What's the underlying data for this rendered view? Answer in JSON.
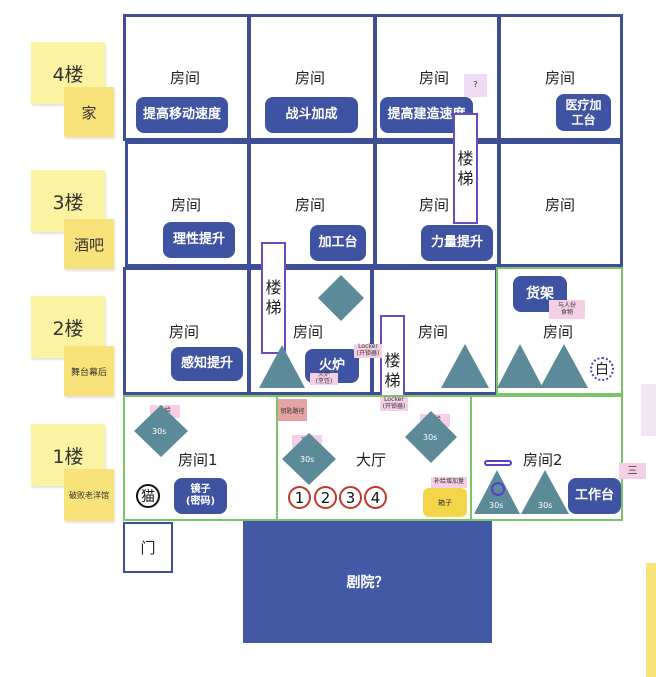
{
  "floors": [
    {
      "label": "4楼",
      "sub": "家"
    },
    {
      "label": "3楼",
      "sub": "酒吧"
    },
    {
      "label": "2楼",
      "sub": "舞台幕后"
    },
    {
      "label": "1楼",
      "sub": "破败老洋馆"
    }
  ],
  "rooms": {
    "generic": "房间",
    "room1": "房间1",
    "lobby": "大厅",
    "room2": "房间2"
  },
  "buttons": {
    "move_speed": "提高移动速度",
    "combat_bonus": "战斗加成",
    "build_speed": "提高建造速度",
    "medical_bench": "医疗加工台",
    "rational_up": "理性提升",
    "workbench3": "加工台",
    "strength_up": "力量提升",
    "shelf": "货架",
    "perception_up": "感知提升",
    "furnace": "火炉",
    "mirror": "镜子\n(密码)",
    "workbench1": "工作台",
    "box": "箱子"
  },
  "stairs": "楼梯",
  "markers": {
    "question": "?",
    "cat": "猫",
    "white": "白",
    "door": "门",
    "theater": "剧院？",
    "three": "三"
  },
  "numbers": [
    "1",
    "2",
    "3",
    "4"
  ],
  "timers": [
    "30s",
    "30s",
    "30s",
    "30s",
    "30s"
  ],
  "notes": {
    "lockey1": "Locker\n(开锁器)",
    "lockey2": "Locker\n(开锁器)",
    "furnace_note": "火炉\n(烹饪)",
    "someone_food": "与人份\n食物",
    "supply1": "补给",
    "supply2": "补给",
    "supply3": "补给",
    "shelf_note": "补给增加量",
    "red_label": "钥匙路径"
  },
  "colors": {
    "room_border_blue": "#3f4f95",
    "room_border_green": "#7cc46a",
    "button_blue": "#3f53a3",
    "triangle": "#5c8a99",
    "sticky": "#fbf3a1",
    "stairs_border": "#6a4bc1",
    "theater": "#4459a6"
  }
}
